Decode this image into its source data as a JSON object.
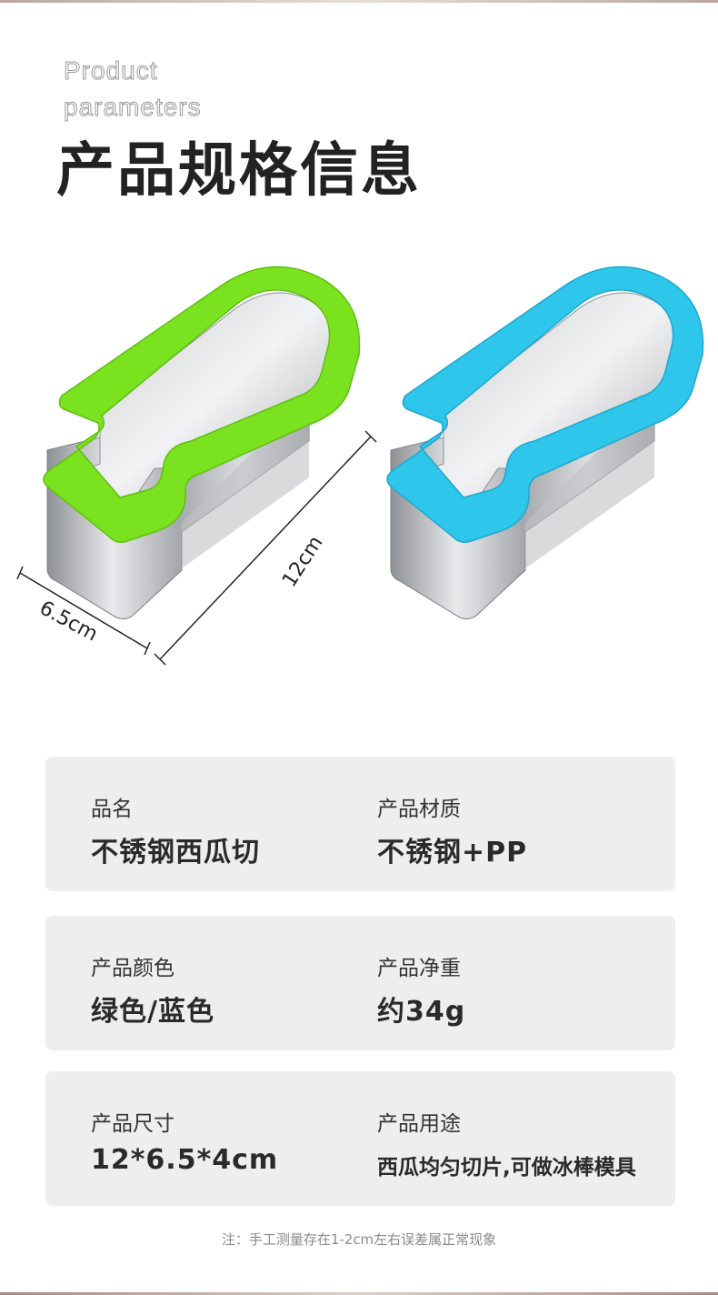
{
  "header": {
    "en_title_line1": "Product",
    "en_title_line2": "parameters",
    "cn_title": "产品规格信息"
  },
  "product": {
    "dim_length": "12cm",
    "dim_width": "6.5cm",
    "colors": {
      "green": "#7be21f",
      "blue": "#2fc6ec",
      "steel": "#b9bcc0"
    }
  },
  "specs": [
    {
      "left": {
        "label": "品名",
        "value": "不锈钢西瓜切"
      },
      "right": {
        "label": "产品材质",
        "value": "不锈钢+PP"
      }
    },
    {
      "left": {
        "label": "产品颜色",
        "value": "绿色/蓝色"
      },
      "right": {
        "label": "产品净重",
        "value": "约34g"
      }
    },
    {
      "left": {
        "label": "产品尺寸",
        "value": "12*6.5*4cm"
      },
      "right": {
        "label": "产品用途",
        "value": "西瓜均匀切片,可做冰棒模具"
      }
    }
  ],
  "note": "注：手工测量存在1-2cm左右误差属正常现象"
}
